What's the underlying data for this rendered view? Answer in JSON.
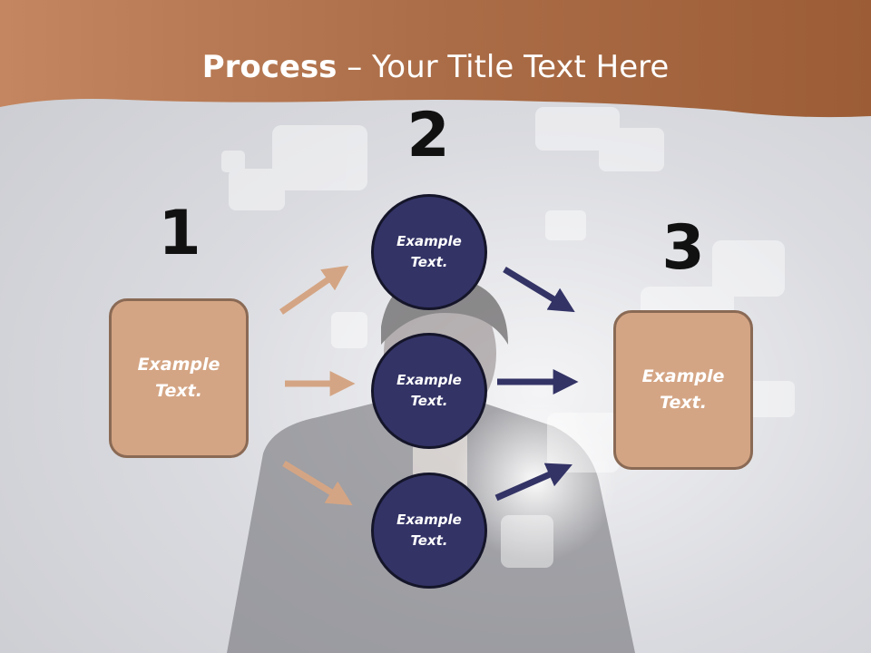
{
  "title": {
    "bold": "Process",
    "rest": " – Your Title Text Here"
  },
  "steps": [
    {
      "number": "1",
      "label": "Example Text."
    },
    {
      "number": "2",
      "labels": [
        "Example Text.",
        "Example Text.",
        "Example Text."
      ]
    },
    {
      "number": "3",
      "label": "Example Text."
    }
  ],
  "colors": {
    "banner": "#a8683f",
    "box_fill": "#d4a584",
    "circle_fill": "#333366",
    "arrow_left": "#d4a584",
    "arrow_right": "#333366"
  }
}
